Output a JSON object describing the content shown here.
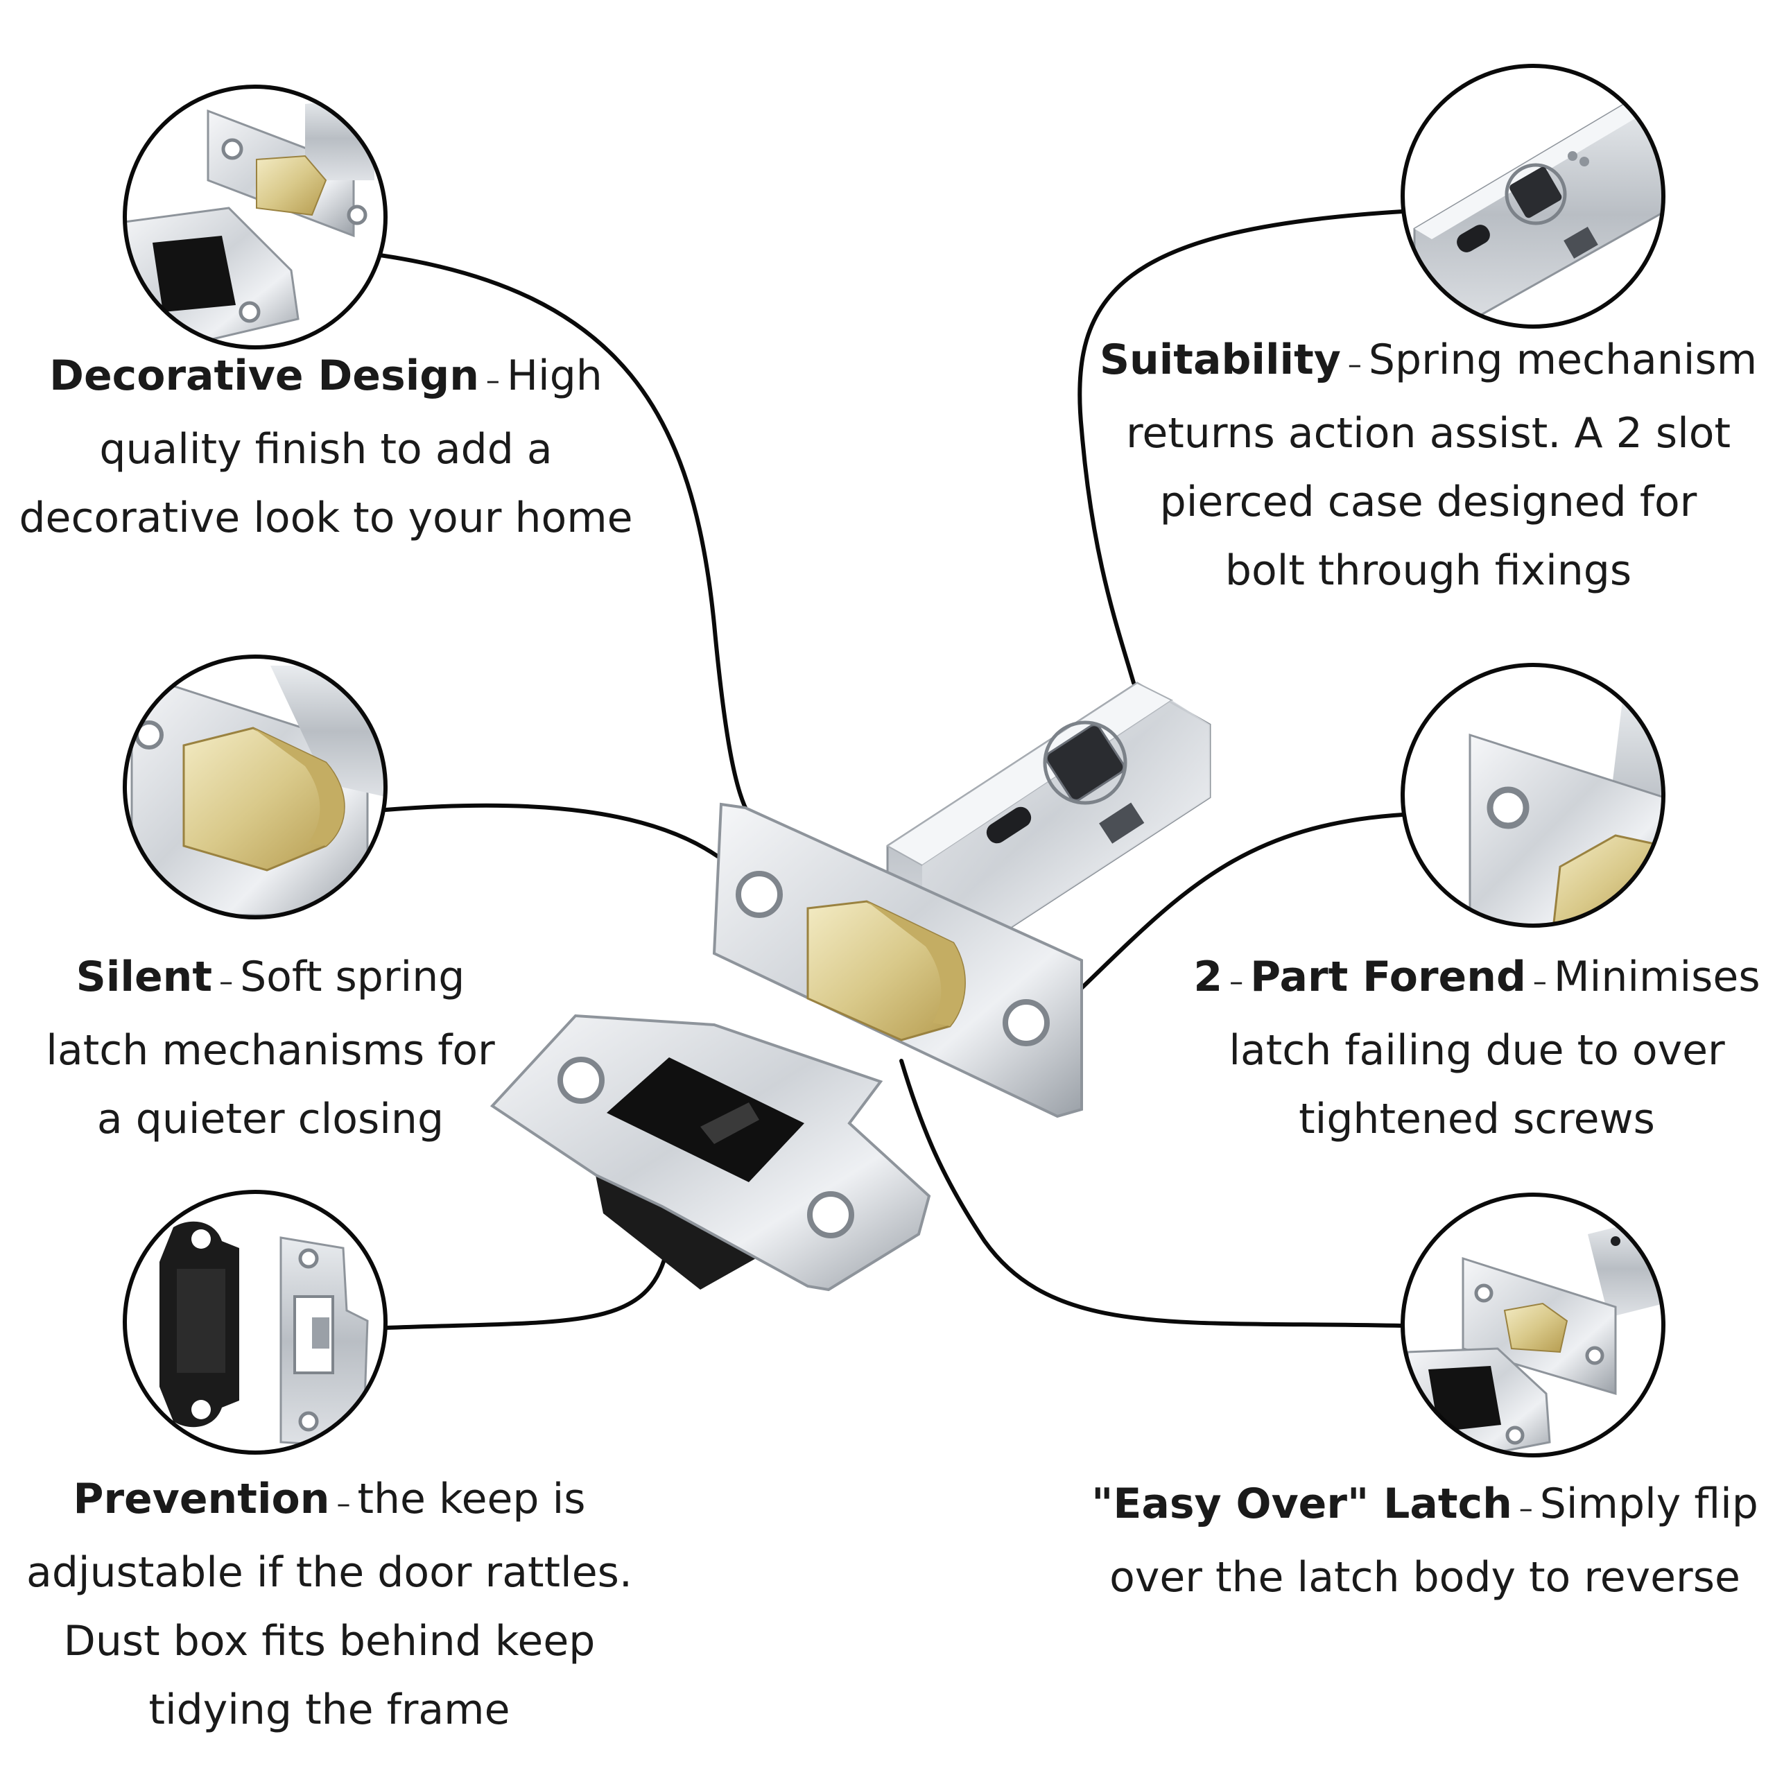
{
  "colors": {
    "background": "#ffffff",
    "text": "#1a1a1a",
    "chrome_light": "#eef0f3",
    "chrome_mid": "#c3c8ce",
    "chrome_dark": "#8e949b",
    "brass_light": "#efe4b0",
    "brass_dark": "#c0a95c",
    "dust_box": "#1b1b1b",
    "connector": "#0a0a0a"
  },
  "features": {
    "decorative": {
      "title": "Decorative Design",
      "separator": "–",
      "lines": [
        "High",
        "quality finish to add a",
        "decorative look to your home"
      ]
    },
    "silent": {
      "title": "Silent",
      "separator": "–",
      "lines": [
        "Soft spring",
        "latch mechanisms for",
        "a quieter closing"
      ]
    },
    "prevention": {
      "title": "Prevention",
      "separator": "–",
      "lines": [
        "the keep is",
        "adjustable if the door rattles.",
        "Dust box fits behind keep",
        "tidying the frame"
      ]
    },
    "suitability": {
      "title": "Suitability",
      "separator": "–",
      "lines": [
        "Spring mechanism",
        "returns action assist. A 2 slot",
        "pierced case designed for",
        "bolt through fixings"
      ]
    },
    "forend": {
      "title_a": "2",
      "title_b": "Part Forend",
      "separator": "–",
      "lines": [
        "Minimises",
        "latch failing due to over",
        "tightened screws"
      ]
    },
    "easyover": {
      "title": "\"Easy Over\" Latch",
      "separator": "–",
      "lines": [
        "Simply flip",
        "over the latch body to reverse"
      ]
    }
  },
  "icons": {
    "main_product": "tubular-latch-icon",
    "keep_plate": "strike-keep-plate-icon",
    "detail_decorative": "latch-and-keep-detail-icon",
    "detail_silent": "brass-latch-tongue-detail-icon",
    "detail_prevention": "dust-box-and-keep-icon",
    "detail_suitability": "latch-case-slots-detail-icon",
    "detail_forend": "forend-plate-detail-icon",
    "detail_easyover": "reversible-latch-detail-icon"
  }
}
